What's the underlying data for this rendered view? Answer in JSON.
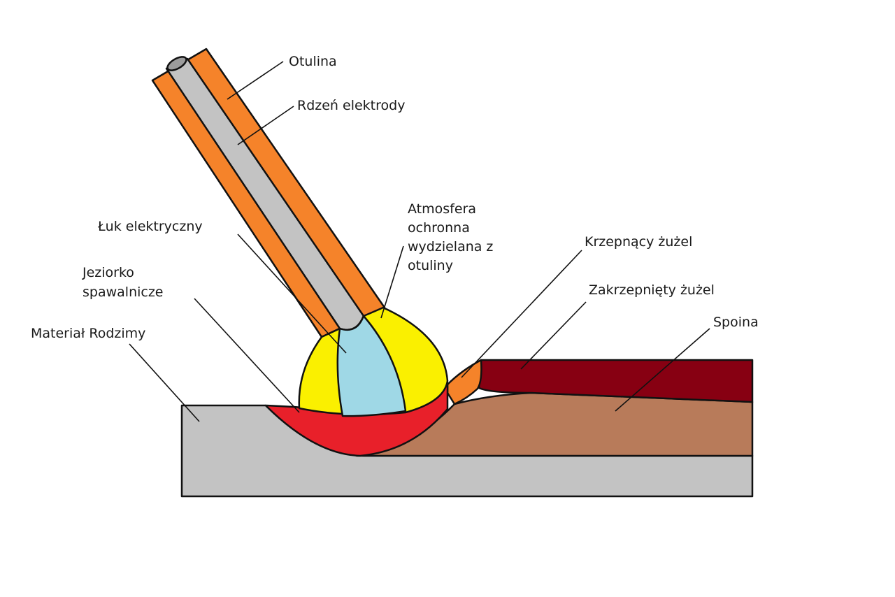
{
  "labels": {
    "otulina": "Otulina",
    "rdzen": "Rdzeń elektrody",
    "atmosfera": [
      "Atmosfera",
      "ochronna",
      "wydzielana z",
      "otuliny"
    ],
    "luk": "Łuk elektryczny",
    "krzepnacy": "Krzepnący żużel",
    "jeziorko": [
      "Jeziorko",
      "spawalnicze"
    ],
    "zakrzepniety": "Zakrzepnięty żużel",
    "spoina": "Spoina",
    "material": "Materiał Rodzimy"
  },
  "colors": {
    "coating": "#f5832a",
    "core": "#c3c3c3",
    "shield_gas": "#faf000",
    "arc": "#9fd8e6",
    "weld_pool": "#e8202a",
    "solidified_slag": "#870012",
    "weld": "#b87b5a",
    "base_material": "#c3c3c3"
  }
}
